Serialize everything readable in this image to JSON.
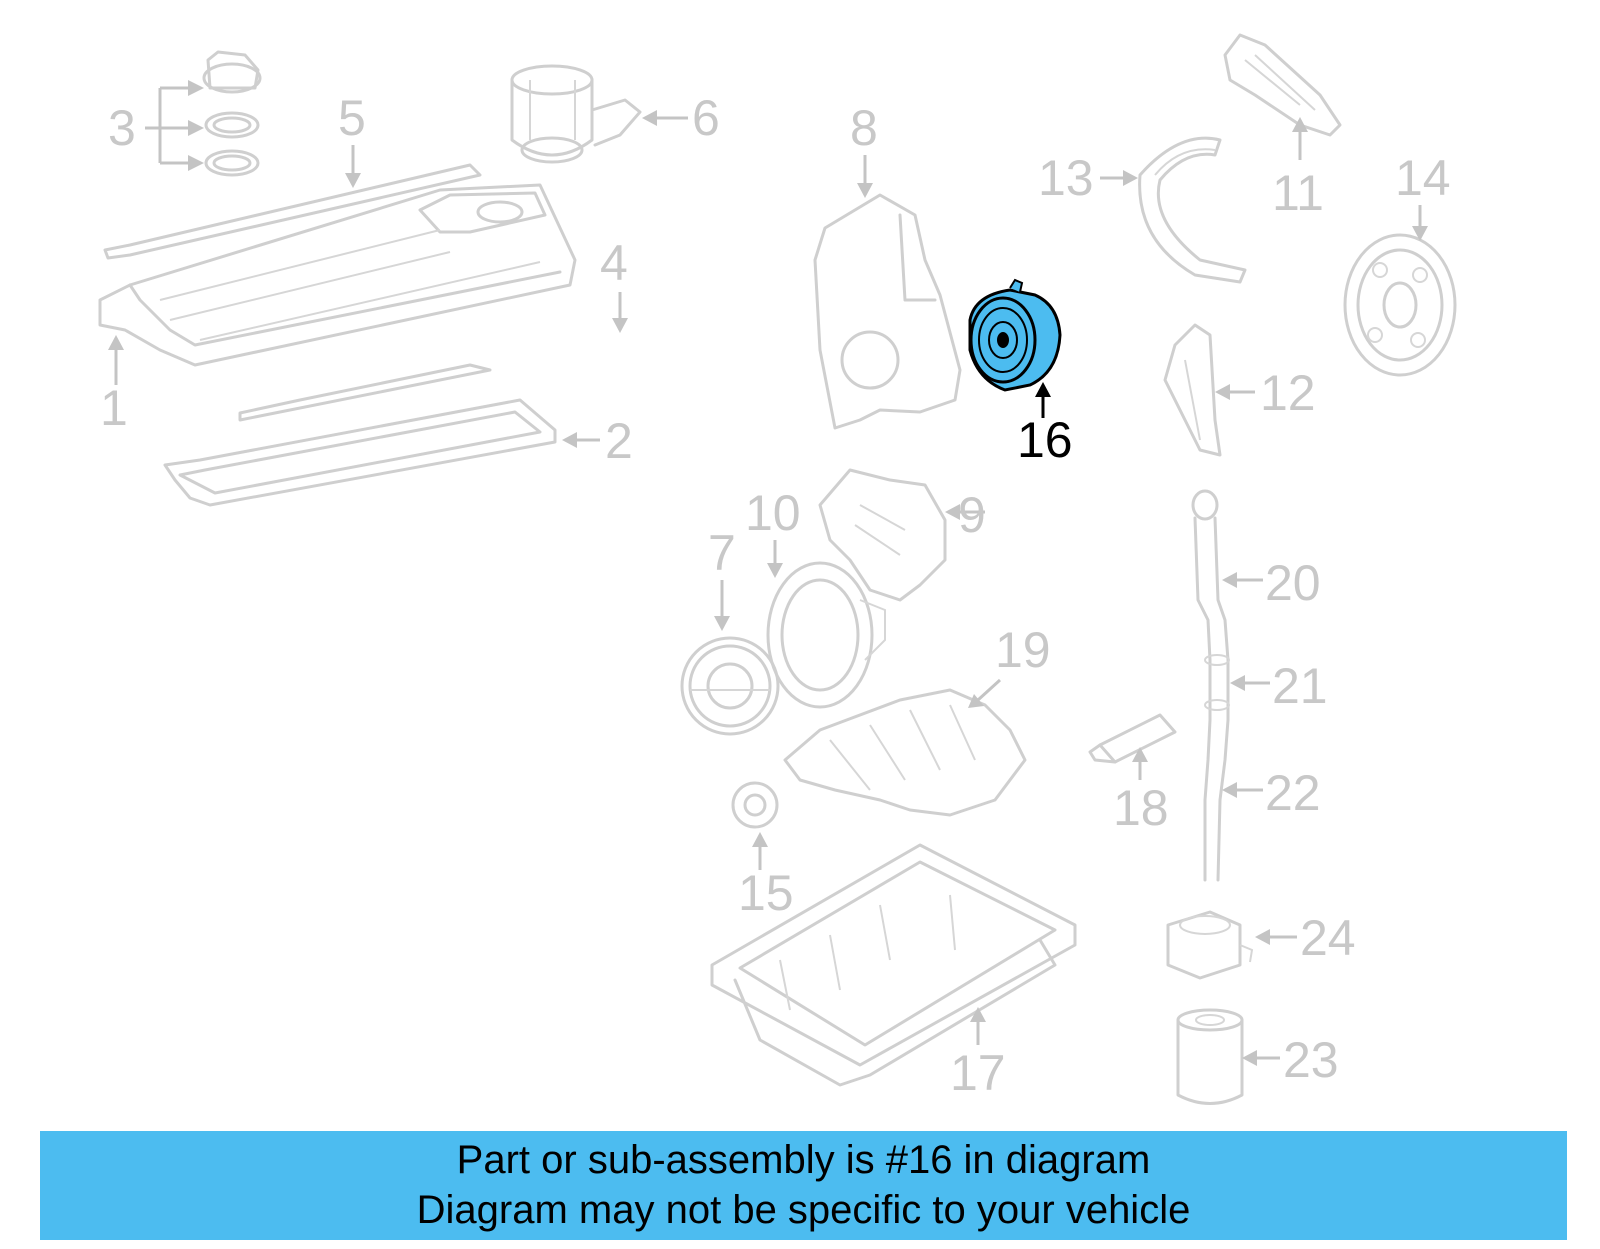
{
  "diagram": {
    "callouts": [
      {
        "id": "1",
        "label": "1"
      },
      {
        "id": "2",
        "label": "2"
      },
      {
        "id": "3",
        "label": "3"
      },
      {
        "id": "4",
        "label": "4"
      },
      {
        "id": "5",
        "label": "5"
      },
      {
        "id": "6",
        "label": "6"
      },
      {
        "id": "7",
        "label": "7"
      },
      {
        "id": "8",
        "label": "8"
      },
      {
        "id": "9",
        "label": "9"
      },
      {
        "id": "10",
        "label": "10"
      },
      {
        "id": "11",
        "label": "11"
      },
      {
        "id": "12",
        "label": "12"
      },
      {
        "id": "13",
        "label": "13"
      },
      {
        "id": "14",
        "label": "14"
      },
      {
        "id": "15",
        "label": "15"
      },
      {
        "id": "16",
        "label": "16",
        "highlighted": true
      },
      {
        "id": "17",
        "label": "17"
      },
      {
        "id": "18",
        "label": "18"
      },
      {
        "id": "19",
        "label": "19"
      },
      {
        "id": "20",
        "label": "20"
      },
      {
        "id": "21",
        "label": "21"
      },
      {
        "id": "22",
        "label": "22"
      },
      {
        "id": "23",
        "label": "23"
      },
      {
        "id": "24",
        "label": "24"
      }
    ],
    "highlight_color": "#4cbcf0",
    "part_color": "#cfcfcf"
  },
  "caption": {
    "line1": "Part or sub-assembly is #16 in diagram",
    "line2": "Diagram may not be specific to your vehicle",
    "background": "#4cbcf0"
  }
}
